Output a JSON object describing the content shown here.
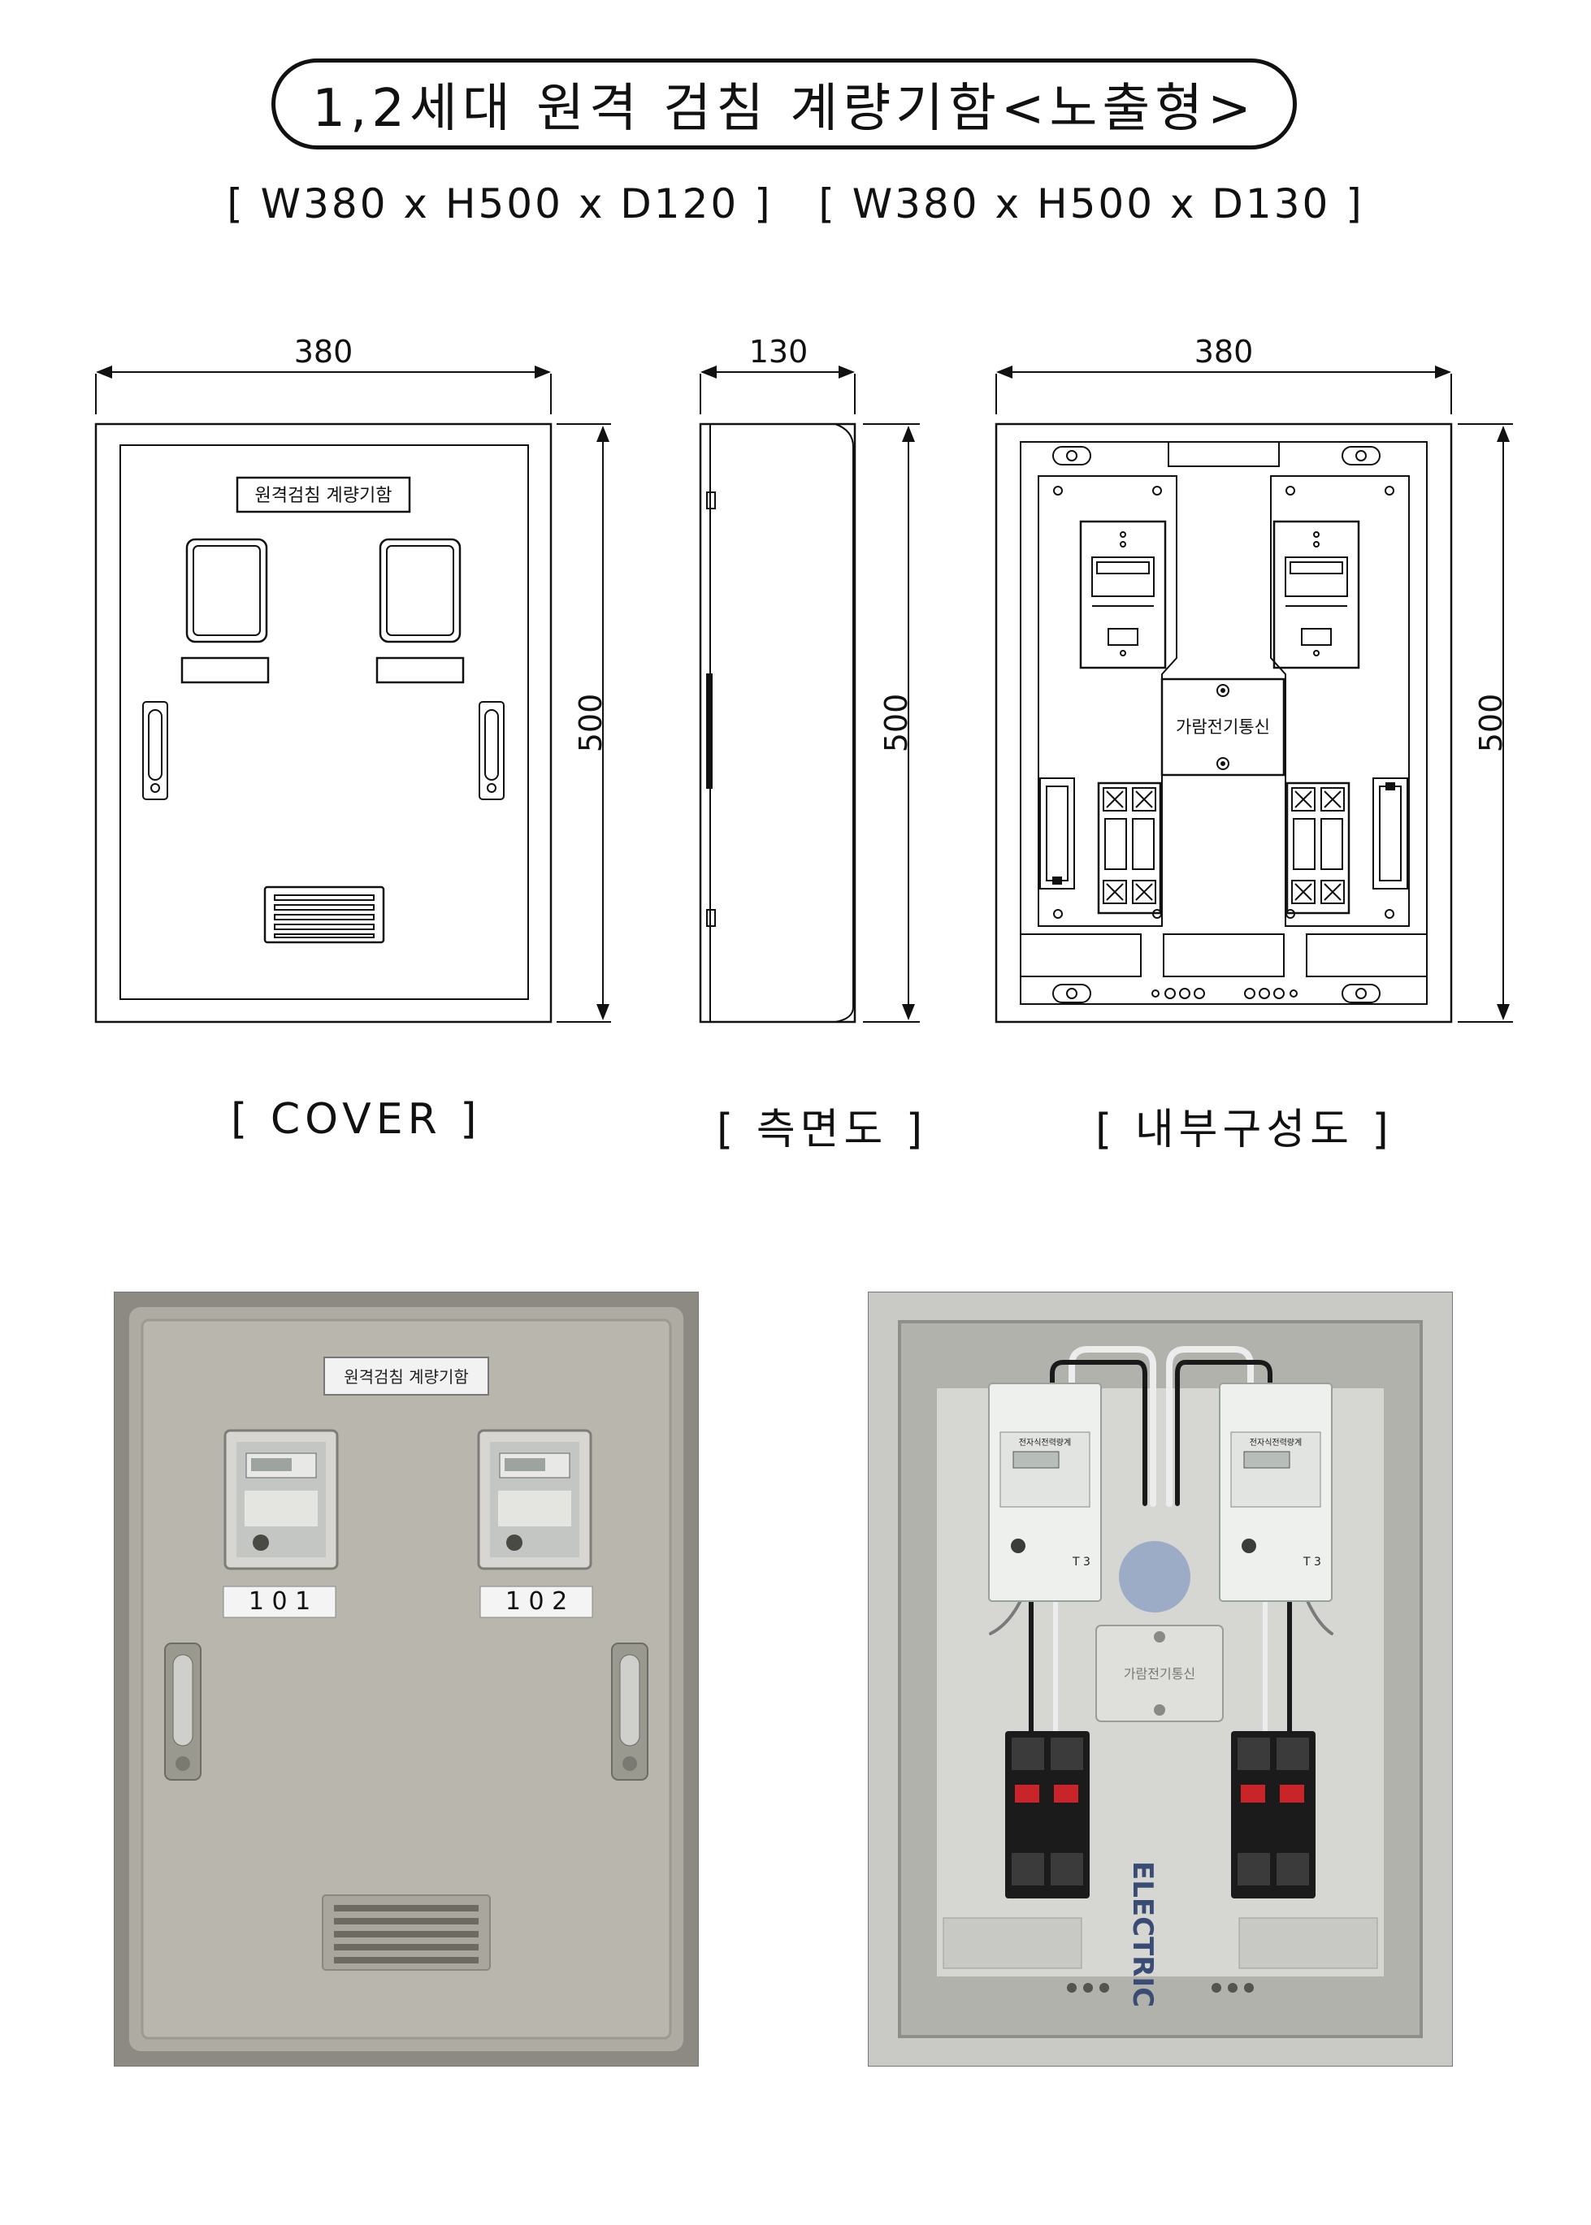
{
  "header": {
    "title": "1,2세대 원격 검침 계량기함<노출형>",
    "dimension_spec_1": "[ W380 x H500 x D120 ]",
    "dimension_spec_2": "[ W380 x H500 x D130 ]"
  },
  "drawings": {
    "cover": {
      "width_label": "380",
      "height_label": "500",
      "plate_label": "원격검침 계량기함",
      "caption": "[ COVER ]"
    },
    "side": {
      "width_label": "130",
      "height_label": "500",
      "caption": "[ 측면도 ]"
    },
    "interior": {
      "width_label": "380",
      "height_label": "500",
      "center_label": "가람전기통신",
      "caption": "[ 내부구성도 ]"
    }
  },
  "photos": {
    "front": {
      "plate_label": "원격검침 계량기함",
      "unit_1": "1 0 1",
      "unit_2": "1 0 2"
    },
    "inside": {
      "meter_label": "전자식전력량계",
      "meter_mark": "T 3",
      "junction_label": "가람전기통신",
      "backplate_text": "ELECTRIC"
    }
  },
  "colors": {
    "line": "#111111",
    "panel_grey": "#b7b4ab",
    "interior_grey": "#cfcfcc",
    "meter_white": "#f1f2f0",
    "breaker_black": "#1b1b1b",
    "breaker_red": "#c8242a"
  }
}
